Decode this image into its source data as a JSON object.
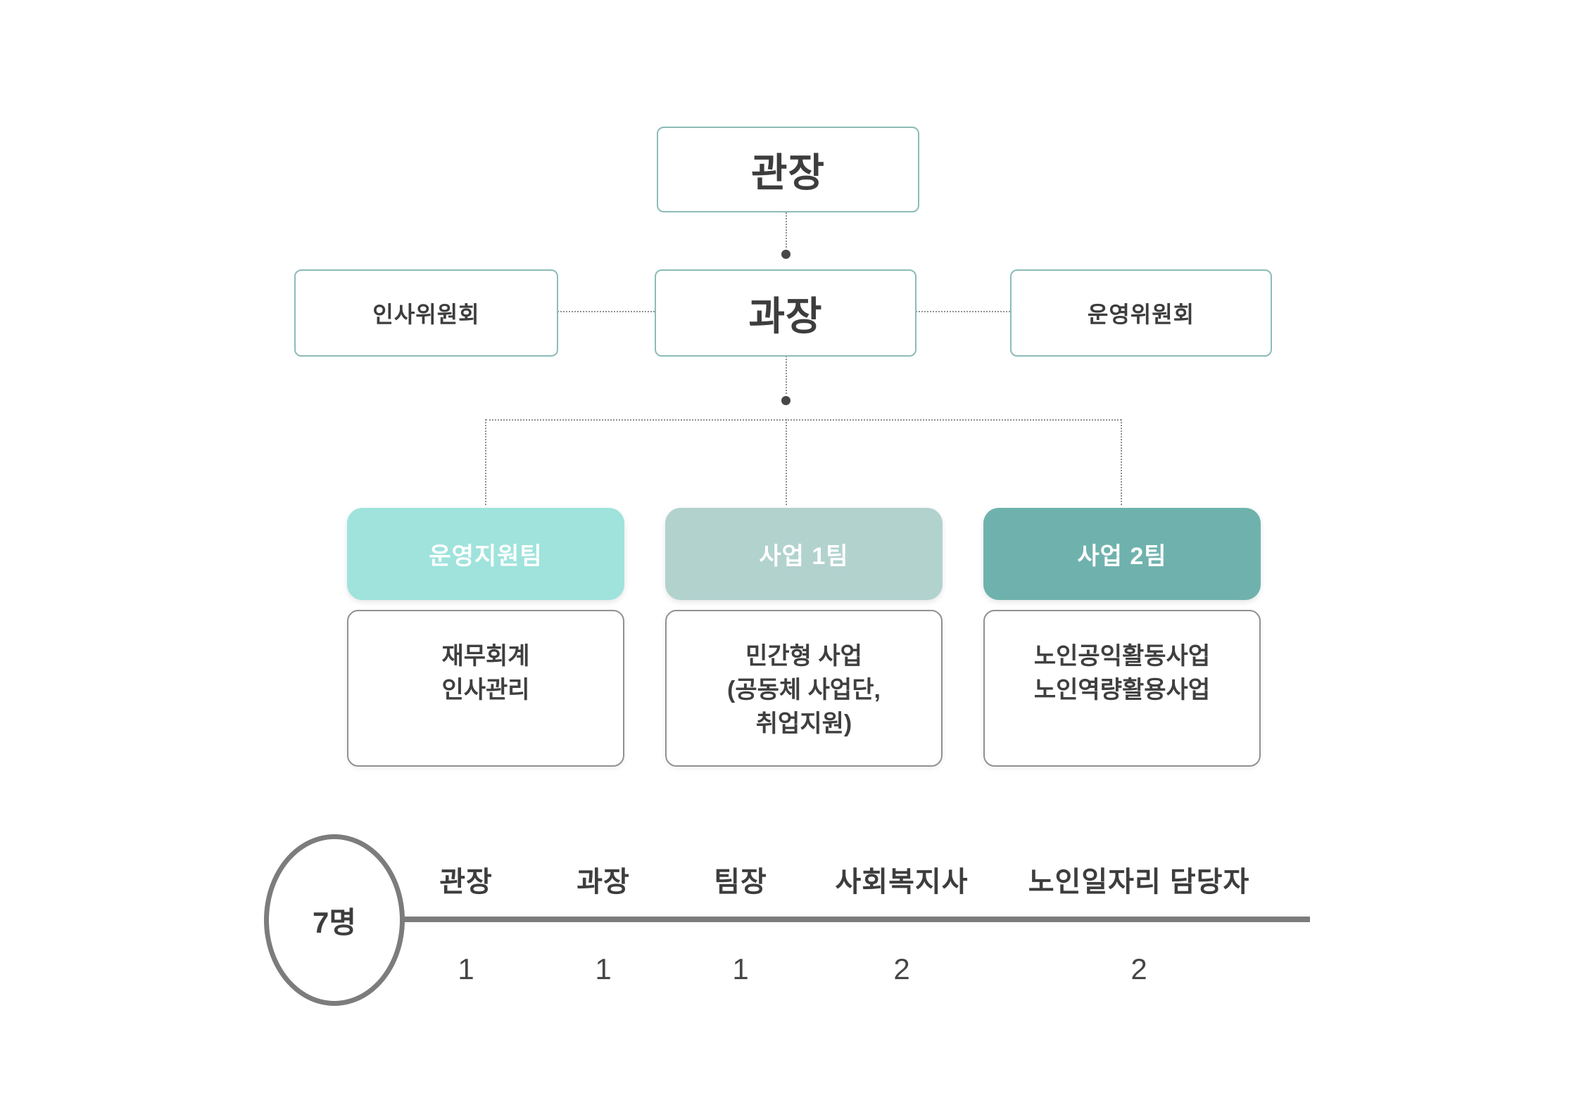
{
  "org": {
    "director_label": "관장",
    "manager_label": "과장",
    "committee_left_label": "인사위원회",
    "committee_right_label": "운영위원회",
    "teams": [
      {
        "name": "운영지원팀",
        "color": "#9fe3dc",
        "duties": "재무회계\n인사관리"
      },
      {
        "name": "사업 1팀",
        "color": "#b2d2ce",
        "duties": "민간형 사업\n(공동체 사업단,\n취업지원)"
      },
      {
        "name": "사업 2팀",
        "color": "#6fb2ad",
        "duties": "노인공익활동사업\n노인역량활용사업"
      }
    ]
  },
  "staffing": {
    "total_label": "7명",
    "columns": [
      {
        "role": "관장",
        "count": "1"
      },
      {
        "role": "과장",
        "count": "1"
      },
      {
        "role": "팀장",
        "count": "1"
      },
      {
        "role": "사회복지사",
        "count": "2"
      },
      {
        "role": "노인일자리 담당자",
        "count": "2"
      }
    ]
  },
  "colors": {
    "box_border_teal": "#8cbcb7",
    "duty_border_gray": "#919191",
    "connector_gray": "#8f8f8f",
    "junction_dot": "#474747",
    "staff_rule_gray": "#7c7c7c",
    "text_dark": "#3d3d3d",
    "team_text_white": "#ffffff"
  }
}
